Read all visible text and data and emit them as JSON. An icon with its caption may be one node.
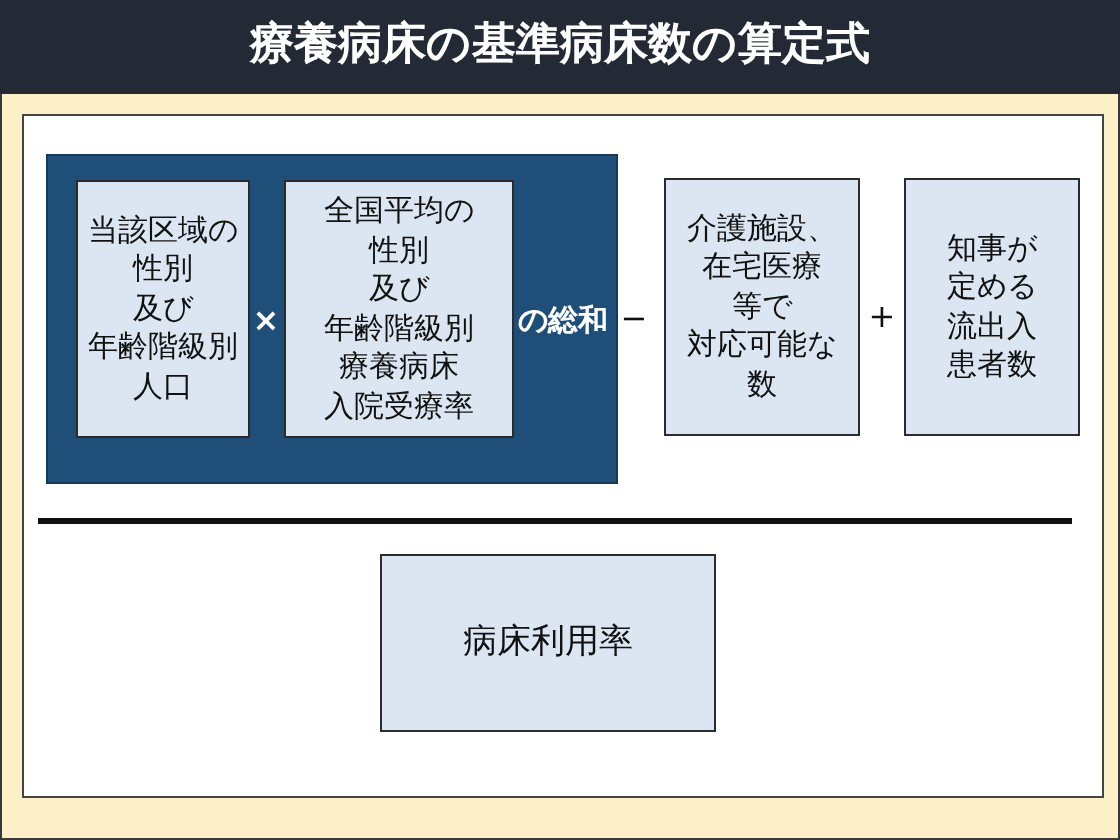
{
  "diagram": {
    "title": "療養病床の基準病床数の算定式",
    "nodes": [
      {
        "text": [
          "の総和"
        ]
      },
      {
        "text": [
          "当該区域の性別及び年齢階級別人口"
        ],
        "in": 0
      },
      {
        "text": [
          "全国平均の性別及び年齢階級別療養病床入院受療率"
        ],
        "in": 0
      },
      {
        "text": [
          "介護施設、在宅医療等で対応可能な数"
        ]
      },
      {
        "text": [
          "知事が定める流出入患者数"
        ]
      },
      {
        "text": [
          "病床利用率"
        ]
      }
    ],
    "labels": [
      "×",
      "−",
      "+"
    ]
  }
}
